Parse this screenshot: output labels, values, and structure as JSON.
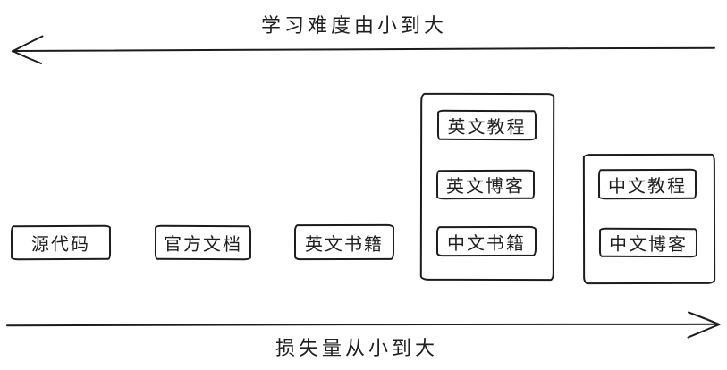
{
  "diagram": {
    "top_axis": {
      "label": "学习难度由小到大",
      "direction": "left"
    },
    "bottom_axis": {
      "label": "损失量从小到大",
      "direction": "right"
    },
    "nodes": [
      {
        "label": "源代码"
      },
      {
        "label": "官方文档"
      },
      {
        "label": "英文书籍"
      }
    ],
    "groups": [
      {
        "items": [
          {
            "label": "英文教程"
          },
          {
            "label": "英文博客"
          },
          {
            "label": "中文书籍"
          }
        ]
      },
      {
        "items": [
          {
            "label": "中文教程"
          },
          {
            "label": "中文博客"
          }
        ]
      }
    ],
    "colors": {
      "stroke": "#1c1c1c",
      "background": "#ffffff"
    }
  }
}
